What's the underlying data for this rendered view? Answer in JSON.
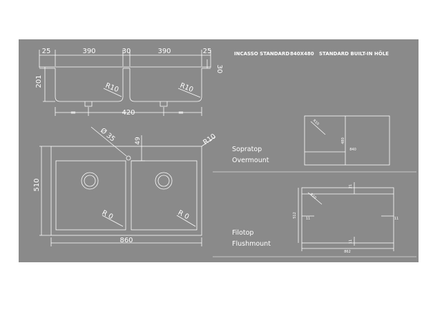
{
  "header": {
    "brand": "INCASSO STANDARD",
    "size": "840X480",
    "subtitle": "STANDARD BUILT-IN HÖLE"
  },
  "side_view": {
    "dims_top": [
      "25",
      "390",
      "30",
      "390",
      "25"
    ],
    "height": "201",
    "lip": "30",
    "radius_left": "R10",
    "radius_right": "R10",
    "equal_left": "=",
    "equal_right": "=",
    "drain_spacing": "420"
  },
  "top_view": {
    "drain_diameter": "Ø 35",
    "divider": "49",
    "corner_radius": "R10",
    "height": "510",
    "width": "860",
    "inner_radius_left": "R 0",
    "inner_radius_right": "R 0"
  },
  "overmount": {
    "label_line1": "Sopratop",
    "label_line2": "Overmount",
    "radius": "R10",
    "height": "480",
    "width": "840"
  },
  "flushmount": {
    "label_line1": "Filotop",
    "label_line2": "Flushmount",
    "radius": "R10",
    "top_offset": "21",
    "height": "512",
    "left_offset": "11",
    "right_offset": "11",
    "bottom_offset": "11",
    "width": "862"
  }
}
